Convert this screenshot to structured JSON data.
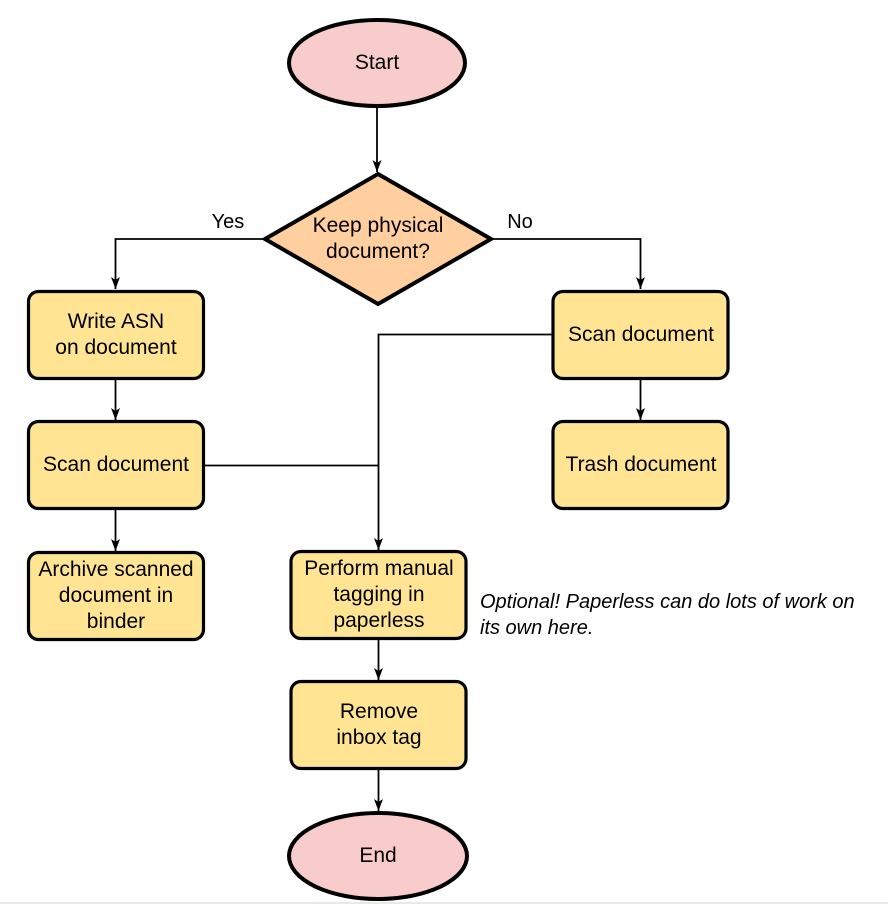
{
  "diagram": {
    "nodes": {
      "start": "Start",
      "decision": "Keep physical\ndocument?",
      "write_asn": "Write ASN\non document",
      "scan_left": "Scan document",
      "archive": "Archive scanned\ndocument in\nbinder",
      "scan_right": "Scan document",
      "trash": "Trash document",
      "tagging": "Perform manual\ntagging in\npaperless",
      "remove_inbox": "Remove\ninbox tag",
      "end": "End"
    },
    "edge_labels": {
      "yes": "Yes",
      "no": "No"
    },
    "note": "Optional! Paperless can do lots of work on\nits own here.",
    "colors": {
      "terminator_fill": "#F8CCCB",
      "decision_fill": "#FFCFA0",
      "process_fill": "#FFE593",
      "stroke": "#000000"
    }
  }
}
